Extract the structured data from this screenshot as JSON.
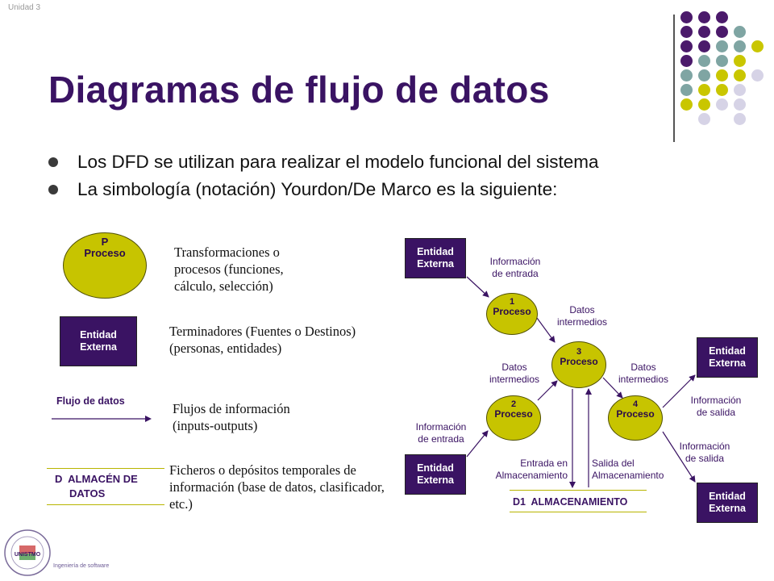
{
  "header": {
    "unit": "Unidad 3",
    "title": "Diagramas de flujo de datos"
  },
  "bullets": [
    "Los DFD se utilizan para realizar el modelo funcional del sistema",
    "La simbología (notación) Yourdon/De Marco es la siguiente:"
  ],
  "colors": {
    "title": "#3a1363",
    "entity_fill": "#3a1363",
    "process_fill": "#c7c400",
    "dot_purple": "#4b1a6b",
    "dot_teal": "#7fa5a3",
    "dot_olive": "#c9c600",
    "dot_lavender": "#d6d3e6"
  },
  "legend": {
    "process": {
      "id": "P",
      "name": "Proceso",
      "description": "Transformaciones o procesos (funciones, cálculo, selección)"
    },
    "entity": {
      "line1": "Entidad",
      "line2": "Externa",
      "description": "Terminadores (Fuentes o Destinos) (personas, entidades)"
    },
    "flow": {
      "name": "Flujo de datos",
      "description": "Flujos de información (inputs-outputs)"
    },
    "store": {
      "line1": "D  ALMACÉN DE",
      "line2": "DATOS",
      "description": "Ficheros o depósitos temporales de información (base de datos, clasificador, etc.)"
    }
  },
  "diagram": {
    "entity_line1": "Entidad",
    "entity_line2": "Externa",
    "p1": {
      "num": "1",
      "name": "Proceso"
    },
    "p2": {
      "num": "2",
      "name": "Proceso"
    },
    "p3": {
      "num": "3",
      "name": "Proceso"
    },
    "p4": {
      "num": "4",
      "name": "Proceso"
    },
    "info_entrada_top": {
      "line1": "Información",
      "line2": "de entrada"
    },
    "info_entrada_bottom": {
      "line1": "Información",
      "line2": "de entrada"
    },
    "datos_intermedios_1": {
      "line1": "Datos",
      "line2": "intermedios"
    },
    "datos_intermedios_2": {
      "line1": "Datos",
      "line2": "intermedios"
    },
    "datos_intermedios_3": {
      "line1": "Datos",
      "line2": "intermedios"
    },
    "info_salida_1": {
      "line1": "Información",
      "line2": "de salida"
    },
    "info_salida_2": {
      "line1": "Información",
      "line2": "de salida"
    },
    "entrada_alm": {
      "line1": "Entrada en",
      "line2": "Almacenamiento"
    },
    "salida_alm": {
      "line1": "Salida del",
      "line2": "Almacenamiento"
    },
    "store": "D1  ALMACENAMIENTO"
  },
  "footer": {
    "logo_text": "UNISTMO",
    "course": "Ingeniería de software"
  }
}
